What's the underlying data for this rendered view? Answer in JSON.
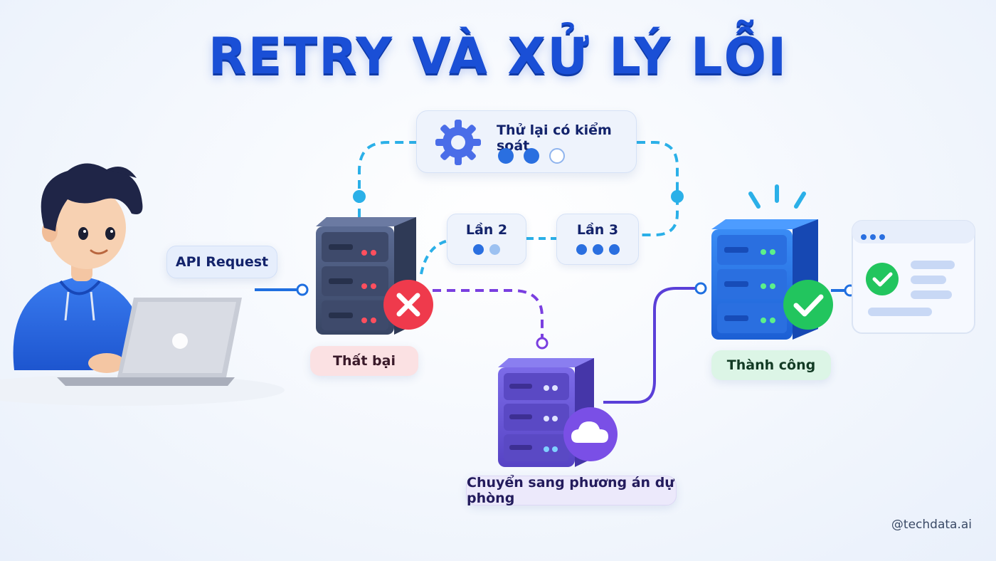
{
  "title": "RETRY VÀ XỬ LÝ LỖI",
  "labels": {
    "api_request": "API Request",
    "failed": "Thất bại",
    "success": "Thành công",
    "fallback": "Chuyển sang phương án dự phòng",
    "controlled_retry": "Thử lại có kiểm soát",
    "attempt_2": "Lần 2",
    "attempt_3": "Lần 3"
  },
  "watermark": "@techdata.ai",
  "colors": {
    "title": "#1a4fd6",
    "dashed_blue": "#2bb0e8",
    "dashed_purple": "#7a3fe0",
    "solid_line": "#1f6fe0",
    "error": "#ef3a4c",
    "success": "#22c55e"
  },
  "icons": [
    "gear-icon",
    "x-icon",
    "check-icon",
    "cloud-icon",
    "server-icon",
    "laptop-icon",
    "window-icon"
  ]
}
